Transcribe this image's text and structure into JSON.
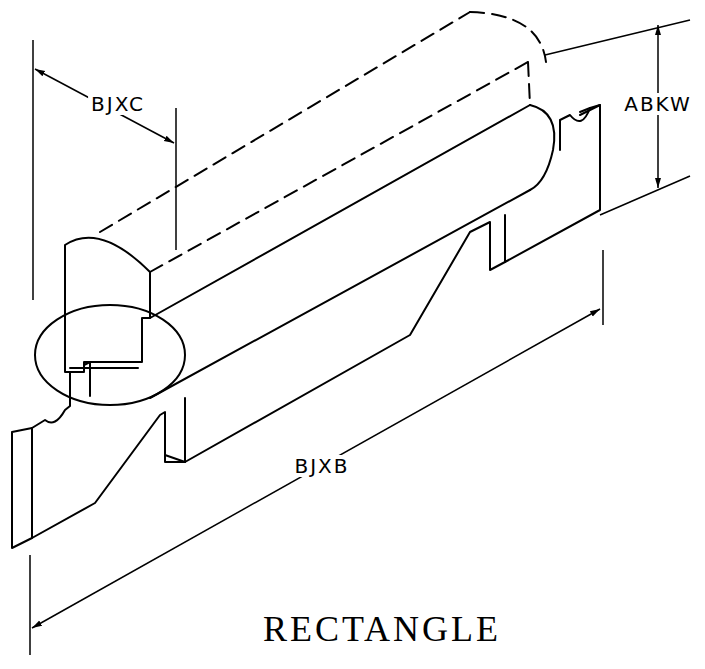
{
  "diagram": {
    "caption": "RECTANGLE",
    "labels": [
      "BJXC",
      "ABKW",
      "BJXB"
    ]
  }
}
